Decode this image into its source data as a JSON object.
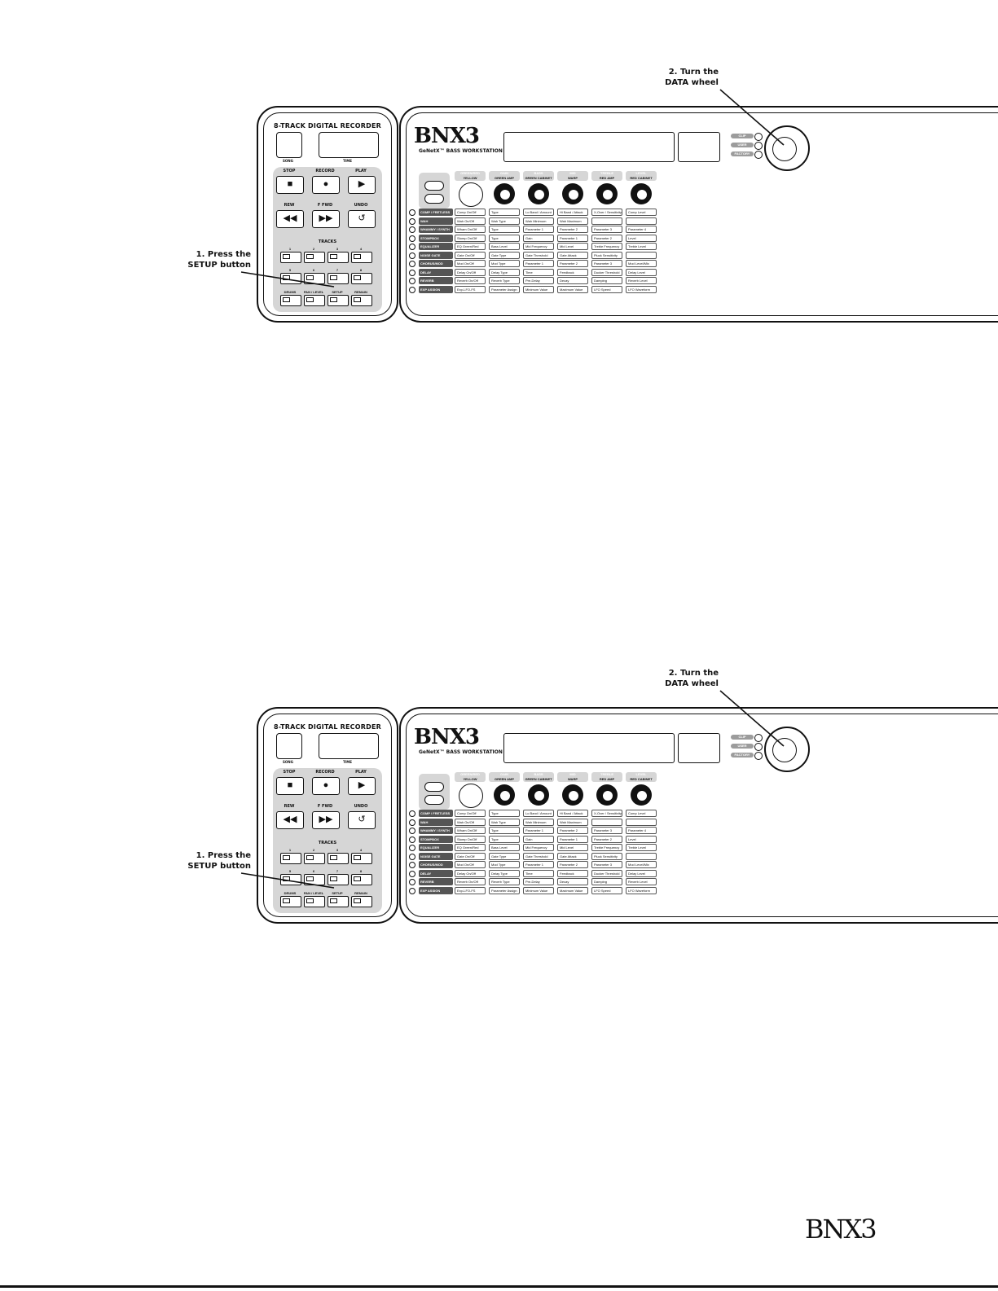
{
  "callouts": {
    "step1_line1": "1. Press the",
    "step1_line2": "SETUP button",
    "step2_line1": "2. Turn the",
    "step2_line2": "DATA wheel"
  },
  "recorder": {
    "title": "8-TRACK DIGITAL RECORDER",
    "song_label": "SONG",
    "time_label": "TIME",
    "transport": [
      {
        "label": "STOP",
        "icon": "stop-icon",
        "glyph": "■"
      },
      {
        "label": "RECORD",
        "icon": "record-icon",
        "glyph": "●"
      },
      {
        "label": "PLAY",
        "icon": "play-icon",
        "glyph": "▶"
      },
      {
        "label": "REW",
        "icon": "rewind-icon",
        "glyph": "◀◀"
      },
      {
        "label": "F FWD",
        "icon": "fast-forward-icon",
        "glyph": "▶▶"
      },
      {
        "label": "UNDO",
        "icon": "undo-icon",
        "glyph": "↺"
      }
    ],
    "tracks_label": "TRACKS",
    "tracks": [
      "1",
      "2",
      "3",
      "4",
      "5",
      "6",
      "7",
      "8"
    ],
    "functions": [
      "DRUMS",
      "PAN / LEVEL",
      "SETUP",
      "REMAIN"
    ]
  },
  "console": {
    "logo": "BNX3",
    "subtitle": "GeNetX™ BASS WORKSTATION",
    "status": [
      "CLIP",
      "USER",
      "FACTORY"
    ],
    "effect_select": "EFFECT SELECT",
    "knob_headers": [
      {
        "top": "GREEN/RED",
        "bottom": "YELLOW"
      },
      {
        "top": "GAIN",
        "bottom": "GREEN AMP"
      },
      {
        "top": "BASS",
        "bottom": "GREEN CABINET"
      },
      {
        "top": "MID",
        "bottom": "WARP"
      },
      {
        "top": "TREBLE",
        "bottom": "RED AMP"
      },
      {
        "top": "LEVEL",
        "bottom": "RED CABINET"
      }
    ],
    "matrix": [
      {
        "effect": "COMP / FRETLESS",
        "params": [
          "Comp On/Off",
          "Type",
          "Lo Band / Amount",
          "Hi Band / Attack",
          "X-Over / Sensitivity",
          "Comp Level"
        ]
      },
      {
        "effect": "WAH",
        "params": [
          "Wah On/Off",
          "Wah Type",
          "Wah Minimum",
          "Wah Maximum",
          "",
          ""
        ]
      },
      {
        "effect": "WHAMMY / SYNTH",
        "params": [
          "Wham On/Off",
          "Type",
          "Parameter 1",
          "Parameter 2",
          "Parameter 3",
          "Parameter 4"
        ]
      },
      {
        "effect": "STOMPBOX",
        "params": [
          "Stomp On/Off",
          "Type",
          "Gain",
          "Parameter 1",
          "Parameter 2",
          "Level"
        ]
      },
      {
        "effect": "EQUALIZER",
        "params": [
          "EQ Green/Red",
          "Bass Level",
          "Mid Frequency",
          "Mid Level",
          "Treble Frequency",
          "Treble Level"
        ]
      },
      {
        "effect": "NOISE GATE",
        "params": [
          "Gate On/Off",
          "Gate Type",
          "Gate Threshold",
          "Gate Attack",
          "Pluck Sensitivity",
          ""
        ]
      },
      {
        "effect": "CHORUS/MOD",
        "params": [
          "Mod On/Off",
          "Mod Type",
          "Parameter 1",
          "Parameter 2",
          "Parameter 3",
          "Mod Level/Mix"
        ]
      },
      {
        "effect": "DELAY",
        "params": [
          "Delay On/Off",
          "Delay Type",
          "Time",
          "Feedback",
          "Ducker Threshold",
          "Delay Level"
        ]
      },
      {
        "effect": "REVERB",
        "params": [
          "Reverb On/Off",
          "Reverb Type",
          "Pre-Delay",
          "Decay",
          "Damping",
          "Reverb Level"
        ]
      },
      {
        "effect": "EXP ASSIGN",
        "params": [
          "Exp-LFO-FS",
          "Parameter Assign",
          "Minimum Value",
          "Maximum Value",
          "LFO Speed",
          "LFO Waveform"
        ]
      }
    ]
  },
  "footer": {
    "logo": "BNX3"
  }
}
